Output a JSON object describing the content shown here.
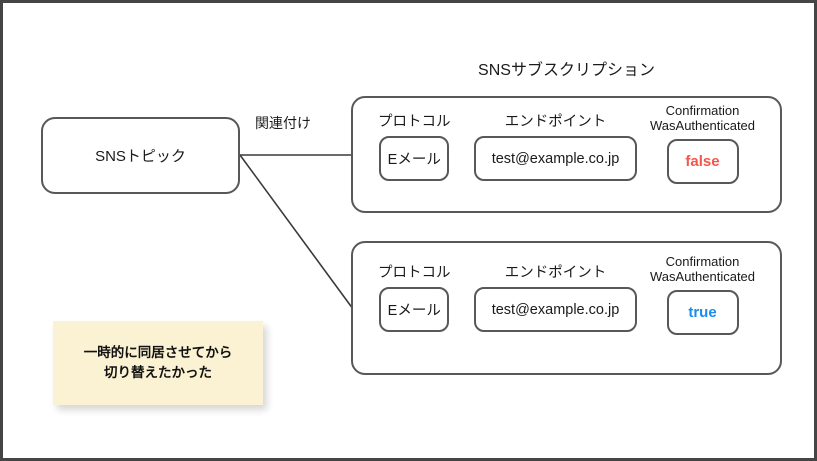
{
  "diagram": {
    "title": "SNSサブスクリプション",
    "topic": {
      "label": "SNSトピック"
    },
    "edge": {
      "label": "関連付け"
    },
    "field_labels": {
      "protocol": "プロトコル",
      "endpoint": "エンドポイント",
      "confirmation": "Confirmation\nWasAuthenticated"
    },
    "subscriptions": [
      {
        "protocol": "Eメール",
        "endpoint": "test@example.co.jp",
        "confirmation_was_authenticated": "false",
        "confirmation_color": "#f7544a"
      },
      {
        "protocol": "Eメール",
        "endpoint": "test@example.co.jp",
        "confirmation_was_authenticated": "true",
        "confirmation_color": "#1a8cf0"
      }
    ],
    "note": {
      "text": "一時的に同居させてから\n切り替えたかった",
      "background": "#faf2d2"
    },
    "colors": {
      "frame": "#454545",
      "stroke": "#585858",
      "text": "#1a1a1a",
      "false": "#f7544a",
      "true": "#1a8cf0"
    }
  }
}
